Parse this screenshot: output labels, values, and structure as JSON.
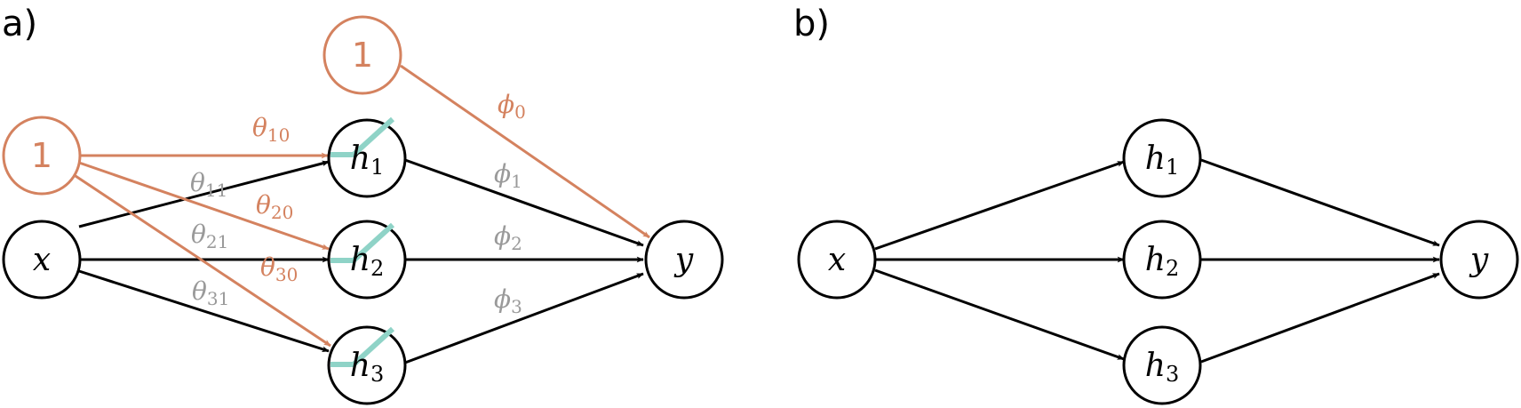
{
  "panels": {
    "a": {
      "label": "a)",
      "nodes": {
        "x": {
          "main": "x",
          "sub": ""
        },
        "h1": {
          "main": "h",
          "sub": "1"
        },
        "h2": {
          "main": "h",
          "sub": "2"
        },
        "h3": {
          "main": "h",
          "sub": "3"
        },
        "y": {
          "main": "y",
          "sub": ""
        }
      },
      "bias_nodes": {
        "hidden": "1",
        "output": "1"
      },
      "weights": {
        "theta10": {
          "sym": "θ",
          "sub": "10"
        },
        "theta11": {
          "sym": "θ",
          "sub": "11"
        },
        "theta20": {
          "sym": "θ",
          "sub": "20"
        },
        "theta21": {
          "sym": "θ",
          "sub": "21"
        },
        "theta30": {
          "sym": "θ",
          "sub": "30"
        },
        "theta31": {
          "sym": "θ",
          "sub": "31"
        },
        "phi0": {
          "sym": "ϕ",
          "sub": "0"
        },
        "phi1": {
          "sym": "ϕ",
          "sub": "1"
        },
        "phi2": {
          "sym": "ϕ",
          "sub": "2"
        },
        "phi3": {
          "sym": "ϕ",
          "sub": "3"
        }
      }
    },
    "b": {
      "label": "b)",
      "nodes": {
        "x": {
          "main": "x",
          "sub": ""
        },
        "h1": {
          "main": "h",
          "sub": "1"
        },
        "h2": {
          "main": "h",
          "sub": "2"
        },
        "h3": {
          "main": "h",
          "sub": "3"
        },
        "y": {
          "main": "y",
          "sub": ""
        }
      }
    }
  },
  "colors": {
    "edge": "#000000",
    "bias": "#d4825f",
    "weight_label": "#9a9a9a",
    "relu": "#8fd3c7"
  }
}
